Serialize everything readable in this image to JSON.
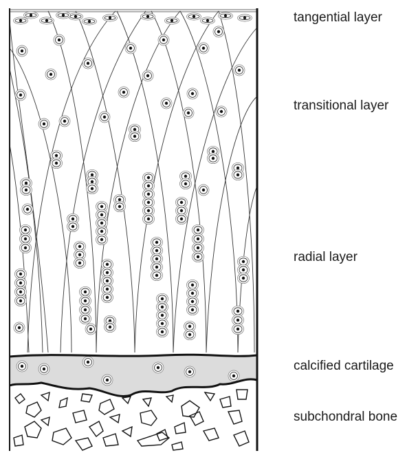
{
  "labels": {
    "tangential": "tangential layer",
    "transitional": "transitional layer",
    "radial": "radial layer",
    "calcified": "calcified cartilage",
    "subchondral": "subchondral bone"
  },
  "colors": {
    "ink": "#1a1a1a",
    "calcified_fill": "#dcdcdc",
    "cell_halo": "#777777"
  }
}
